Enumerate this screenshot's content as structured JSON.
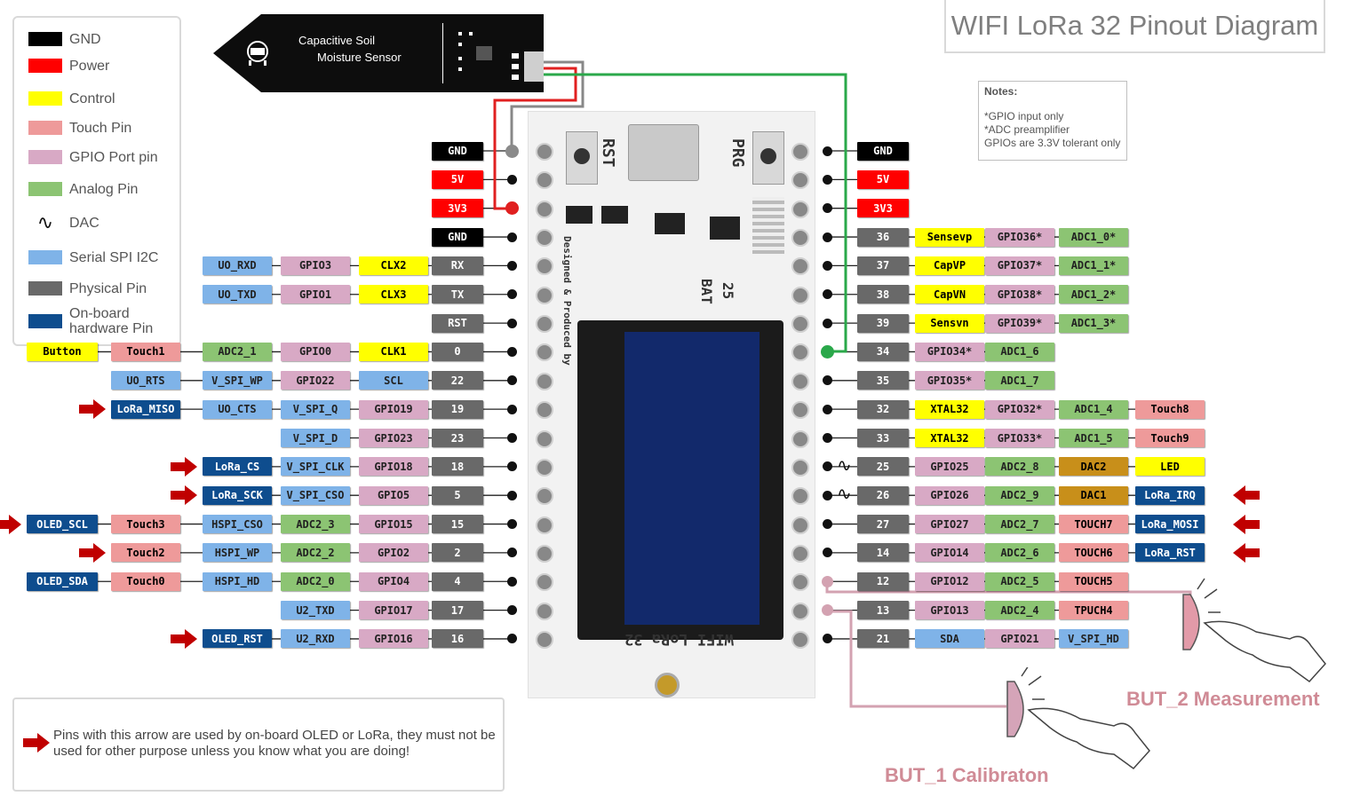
{
  "title": "WIFI LoRa 32 Pinout Diagram",
  "colors": {
    "gnd": "#000000",
    "power": "#ff0000",
    "control": "#ffff00",
    "touch": "#ee9a9a",
    "gpio": "#d8a9c5",
    "analog": "#8cc473",
    "serial": "#7fb3e8",
    "physical": "#696969",
    "hardware": "#0e4d8e",
    "dac": "#c88f1a"
  },
  "legend": [
    {
      "label": "GND",
      "color": "#000000"
    },
    {
      "label": "Power",
      "color": "#ff0000"
    },
    {
      "label": "Control",
      "color": "#ffff00"
    },
    {
      "label": "Touch Pin",
      "color": "#ee9a9a"
    },
    {
      "label": "GPIO Port pin",
      "color": "#d8a9c5"
    },
    {
      "label": "Analog Pin",
      "color": "#8cc473"
    },
    {
      "label": "DAC",
      "icon": "dac-wave-icon"
    },
    {
      "label": "Serial SPI I2C",
      "color": "#7fb3e8"
    },
    {
      "label": "Physical Pin",
      "color": "#696969"
    },
    {
      "label": "On-board hardware Pin",
      "color": "#0e4d8e"
    }
  ],
  "notes": {
    "heading": "Notes:",
    "lines": [
      "*GPIO input only",
      "*ADC preamplifier",
      "GPIOs are  3.3V tolerant only"
    ]
  },
  "footer": {
    "text": "Pins with this arrow are used by on-board OLED or LoRa, they must not be used for other purpose unless you know what you are doing!"
  },
  "sensor": {
    "line1": "Capacitive Soil",
    "line2": "Moisture Sensor"
  },
  "board_text": {
    "rst": "RST",
    "prg": "PRG",
    "bat": "BAT",
    "num": "25",
    "designed": "Designed & Produced by",
    "brand": "WIFI LoRa 32"
  },
  "buttons": {
    "but1": "BUT_1 Calibraton",
    "but2": "BUT_2 Measurement"
  },
  "dac_symbol": "∿",
  "left_rows": [
    {
      "labels": [
        {
          "t": "GND",
          "c": "gnd"
        }
      ]
    },
    {
      "labels": [
        {
          "t": "5V",
          "c": "power"
        }
      ]
    },
    {
      "labels": [
        {
          "t": "3V3",
          "c": "power"
        }
      ]
    },
    {
      "labels": [
        {
          "t": "GND",
          "c": "gnd"
        }
      ]
    },
    {
      "labels": [
        {
          "t": "UO_RXD",
          "c": "serial"
        },
        {
          "t": "GPIO3",
          "c": "gpio"
        },
        {
          "t": "CLX2",
          "c": "control"
        },
        {
          "t": "RX",
          "c": "physical"
        }
      ]
    },
    {
      "labels": [
        {
          "t": "UO_TXD",
          "c": "serial"
        },
        {
          "t": "GPIO1",
          "c": "gpio"
        },
        {
          "t": "CLX3",
          "c": "control"
        },
        {
          "t": "TX",
          "c": "physical"
        }
      ]
    },
    {
      "labels": [
        {
          "t": "RST",
          "c": "physical"
        }
      ]
    },
    {
      "labels": [
        {
          "t": "Button",
          "c": "control"
        },
        {
          "t": "Touch1",
          "c": "touch"
        },
        {
          "t": "ADC2_1",
          "c": "analog"
        },
        {
          "t": "GPIO0",
          "c": "gpio"
        },
        {
          "t": "CLK1",
          "c": "control"
        },
        {
          "t": "0",
          "c": "physical"
        }
      ]
    },
    {
      "labels": [
        {
          "t": "UO_RTS",
          "c": "serial"
        },
        {
          "t": "V_SPI_WP",
          "c": "serial"
        },
        {
          "t": "GPIO22",
          "c": "gpio"
        },
        {
          "t": "SCL",
          "c": "serial"
        },
        {
          "t": "22",
          "c": "physical"
        }
      ]
    },
    {
      "arrow": true,
      "labels": [
        {
          "t": "LoRa_MISO",
          "c": "hardware"
        },
        {
          "t": "UO_CTS",
          "c": "serial"
        },
        {
          "t": "V_SPI_Q",
          "c": "serial"
        },
        {
          "t": "GPIO19",
          "c": "gpio"
        },
        {
          "t": "19",
          "c": "physical"
        }
      ]
    },
    {
      "labels": [
        {
          "t": "V_SPI_D",
          "c": "serial"
        },
        {
          "t": "GPIO23",
          "c": "gpio"
        },
        {
          "t": "23",
          "c": "physical"
        }
      ]
    },
    {
      "arrow": true,
      "labels": [
        {
          "t": "LoRa_CS",
          "c": "hardware"
        },
        {
          "t": "V_SPI_CLK",
          "c": "serial"
        },
        {
          "t": "GPIO18",
          "c": "gpio"
        },
        {
          "t": "18",
          "c": "physical"
        }
      ]
    },
    {
      "arrow": true,
      "labels": [
        {
          "t": "LoRa_SCK",
          "c": "hardware"
        },
        {
          "t": "V_SPI_CSO",
          "c": "serial"
        },
        {
          "t": "GPIO5",
          "c": "gpio"
        },
        {
          "t": "5",
          "c": "physical"
        }
      ]
    },
    {
      "arrow": true,
      "labels": [
        {
          "t": "OLED_SCL",
          "c": "hardware"
        },
        {
          "t": "Touch3",
          "c": "touch"
        },
        {
          "t": "HSPI_CSO",
          "c": "serial"
        },
        {
          "t": "ADC2_3",
          "c": "analog"
        },
        {
          "t": "GPIO15",
          "c": "gpio"
        },
        {
          "t": "15",
          "c": "physical"
        }
      ]
    },
    {
      "arrow": true,
      "labels": [
        {
          "t": "Touch2",
          "c": "touch"
        },
        {
          "t": "HSPI_WP",
          "c": "serial"
        },
        {
          "t": "ADC2_2",
          "c": "analog"
        },
        {
          "t": "GPIO2",
          "c": "gpio"
        },
        {
          "t": "2",
          "c": "physical"
        }
      ]
    },
    {
      "labels": [
        {
          "t": "OLED_SDA",
          "c": "hardware"
        },
        {
          "t": "Touch0",
          "c": "touch"
        },
        {
          "t": "HSPI_HD",
          "c": "serial"
        },
        {
          "t": "ADC2_0",
          "c": "analog"
        },
        {
          "t": "GPIO4",
          "c": "gpio"
        },
        {
          "t": "4",
          "c": "physical"
        }
      ]
    },
    {
      "labels": [
        {
          "t": "U2_TXD",
          "c": "serial"
        },
        {
          "t": "GPIO17",
          "c": "gpio"
        },
        {
          "t": "17",
          "c": "physical"
        }
      ]
    },
    {
      "arrow": true,
      "labels": [
        {
          "t": "OLED_RST",
          "c": "hardware"
        },
        {
          "t": "U2_RXD",
          "c": "serial"
        },
        {
          "t": "GPIO16",
          "c": "gpio"
        },
        {
          "t": "16",
          "c": "physical"
        }
      ]
    }
  ],
  "right_rows": [
    {
      "labels": [
        {
          "t": "GND",
          "c": "gnd"
        }
      ]
    },
    {
      "labels": [
        {
          "t": "5V",
          "c": "power"
        }
      ]
    },
    {
      "labels": [
        {
          "t": "3V3",
          "c": "power"
        }
      ]
    },
    {
      "labels": [
        {
          "t": "36",
          "c": "physical"
        },
        {
          "t": "Sensevp",
          "c": "control"
        },
        {
          "t": "GPIO36*",
          "c": "gpio"
        },
        {
          "t": "ADC1_0*",
          "c": "analog"
        }
      ]
    },
    {
      "labels": [
        {
          "t": "37",
          "c": "physical"
        },
        {
          "t": "CapVP",
          "c": "control"
        },
        {
          "t": "GPIO37*",
          "c": "gpio"
        },
        {
          "t": "ADC1_1*",
          "c": "analog"
        }
      ]
    },
    {
      "labels": [
        {
          "t": "38",
          "c": "physical"
        },
        {
          "t": "CapVN",
          "c": "control"
        },
        {
          "t": "GPIO38*",
          "c": "gpio"
        },
        {
          "t": "ADC1_2*",
          "c": "analog"
        }
      ]
    },
    {
      "labels": [
        {
          "t": "39",
          "c": "physical"
        },
        {
          "t": "Sensvn",
          "c": "control"
        },
        {
          "t": "GPIO39*",
          "c": "gpio"
        },
        {
          "t": "ADC1_3*",
          "c": "analog"
        }
      ]
    },
    {
      "labels": [
        {
          "t": "34",
          "c": "physical"
        },
        {
          "t": "GPIO34*",
          "c": "gpio"
        },
        {
          "t": "ADC1_6",
          "c": "analog"
        }
      ]
    },
    {
      "labels": [
        {
          "t": "35",
          "c": "physical"
        },
        {
          "t": "GPIO35*",
          "c": "gpio"
        },
        {
          "t": "ADC1_7",
          "c": "analog"
        }
      ]
    },
    {
      "labels": [
        {
          "t": "32",
          "c": "physical"
        },
        {
          "t": "XTAL32",
          "c": "control"
        },
        {
          "t": "GPIO32*",
          "c": "gpio"
        },
        {
          "t": "ADC1_4",
          "c": "analog"
        },
        {
          "t": "Touch8",
          "c": "touch"
        }
      ]
    },
    {
      "labels": [
        {
          "t": "33",
          "c": "physical"
        },
        {
          "t": "XTAL32",
          "c": "control"
        },
        {
          "t": "GPIO33*",
          "c": "gpio"
        },
        {
          "t": "ADC1_5",
          "c": "analog"
        },
        {
          "t": "Touch9",
          "c": "touch"
        }
      ]
    },
    {
      "dac": true,
      "labels": [
        {
          "t": "25",
          "c": "physical"
        },
        {
          "t": "GPIO25",
          "c": "gpio"
        },
        {
          "t": "ADC2_8",
          "c": "analog"
        },
        {
          "t": "DAC2",
          "c": "dac"
        },
        {
          "t": "LED",
          "c": "control"
        }
      ]
    },
    {
      "dac": true,
      "arrow": true,
      "labels": [
        {
          "t": "26",
          "c": "physical"
        },
        {
          "t": "GPIO26",
          "c": "gpio"
        },
        {
          "t": "ADC2_9",
          "c": "analog"
        },
        {
          "t": "DAC1",
          "c": "dac"
        },
        {
          "t": "LoRa_IRQ",
          "c": "hardware"
        }
      ]
    },
    {
      "arrow": true,
      "labels": [
        {
          "t": "27",
          "c": "physical"
        },
        {
          "t": "GPIO27",
          "c": "gpio"
        },
        {
          "t": "ADC2_7",
          "c": "analog"
        },
        {
          "t": "TOUCH7",
          "c": "touch"
        },
        {
          "t": "LoRa_MOSI",
          "c": "hardware"
        }
      ]
    },
    {
      "arrow": true,
      "labels": [
        {
          "t": "14",
          "c": "physical"
        },
        {
          "t": "GPIO14",
          "c": "gpio"
        },
        {
          "t": "ADC2_6",
          "c": "analog"
        },
        {
          "t": "TOUCH6",
          "c": "touch"
        },
        {
          "t": "LoRa_RST",
          "c": "hardware"
        }
      ]
    },
    {
      "labels": [
        {
          "t": "12",
          "c": "physical"
        },
        {
          "t": "GPIO12",
          "c": "gpio"
        },
        {
          "t": "ADC2_5",
          "c": "analog"
        },
        {
          "t": "TOUCH5",
          "c": "touch"
        }
      ]
    },
    {
      "labels": [
        {
          "t": "13",
          "c": "physical"
        },
        {
          "t": "GPIO13",
          "c": "gpio"
        },
        {
          "t": "ADC2_4",
          "c": "analog"
        },
        {
          "t": "TPUCH4",
          "c": "touch"
        }
      ]
    },
    {
      "labels": [
        {
          "t": "21",
          "c": "physical"
        },
        {
          "t": "SDA",
          "c": "serial"
        },
        {
          "t": "GPIO21",
          "c": "gpio"
        },
        {
          "t": "V_SPI_HD",
          "c": "serial"
        }
      ]
    }
  ]
}
